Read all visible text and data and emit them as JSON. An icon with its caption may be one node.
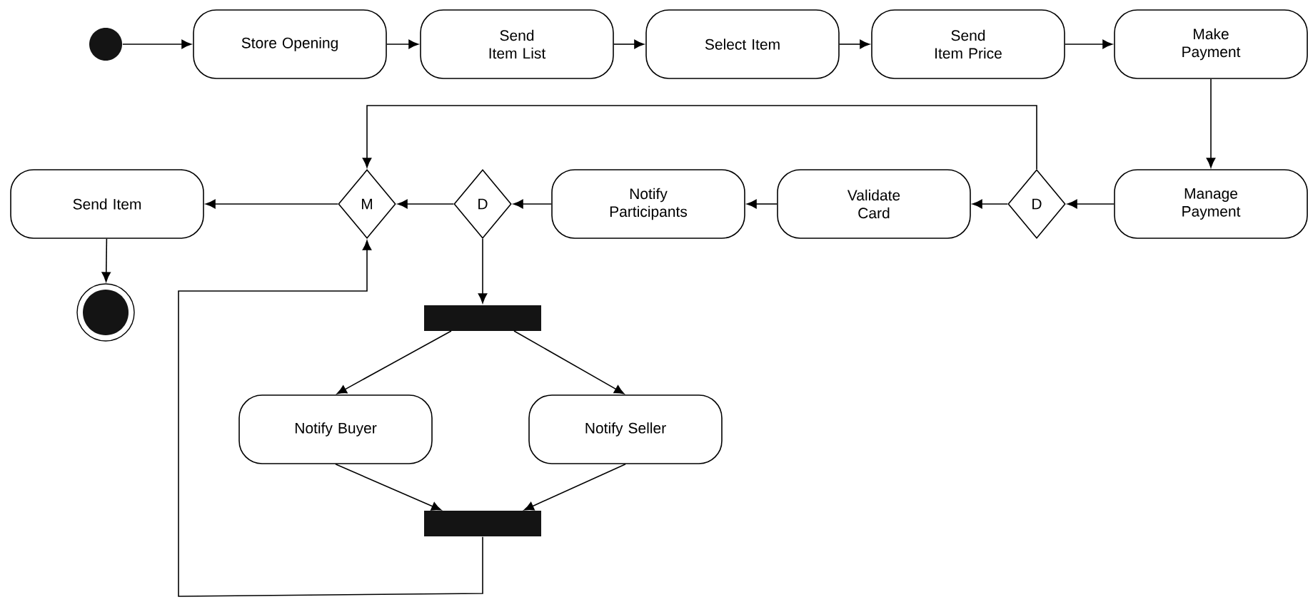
{
  "diagram": {
    "nodes": [
      {
        "text": [],
        "shape": "circle"
      },
      {
        "text": [
          "Store Opening"
        ]
      },
      {
        "text": [
          "Send Item List"
        ]
      },
      {
        "text": [
          "Select Item"
        ]
      },
      {
        "text": [
          "Send Item Price"
        ]
      },
      {
        "text": [
          "Make Payment"
        ]
      },
      {
        "text": [
          "Send Item"
        ]
      },
      {
        "text": [
          "M"
        ]
      },
      {
        "text": [
          "D"
        ]
      },
      {
        "text": [
          "Notify Participants"
        ]
      },
      {
        "text": [
          "Validate Card"
        ]
      },
      {
        "text": [
          "D"
        ]
      },
      {
        "text": [
          "Manage Payment"
        ]
      },
      {
        "text": [],
        "shape": "circle"
      },
      {
        "text": [],
        "shape": "bar"
      },
      {
        "text": [
          "Notify Buyer"
        ]
      },
      {
        "text": [
          "Notify Seller"
        ]
      },
      {
        "text": [],
        "shape": "bar"
      }
    ],
    "edges": [
      {
        "from": 0,
        "to": 1,
        "arrow": "to"
      },
      {
        "from": 1,
        "to": 2,
        "arrow": "to"
      },
      {
        "from": 2,
        "to": 3,
        "arrow": "to"
      },
      {
        "from": 3,
        "to": 4,
        "arrow": "to"
      },
      {
        "from": 4,
        "to": 5,
        "arrow": "to"
      },
      {
        "from": 5,
        "to": 12,
        "arrow": "to"
      },
      {
        "from": 12,
        "to": 11,
        "arrow": "to"
      },
      {
        "from": 11,
        "to": 10,
        "arrow": "to"
      },
      {
        "from": 11,
        "to": 7,
        "arrow": "to"
      },
      {
        "from": 10,
        "to": 9,
        "arrow": "to"
      },
      {
        "from": 9,
        "to": 8,
        "arrow": "to"
      },
      {
        "from": 8,
        "to": 7,
        "arrow": "to"
      },
      {
        "from": 7,
        "to": 6,
        "arrow": "to"
      },
      {
        "from": 6,
        "to": 13,
        "arrow": "to"
      },
      {
        "from": 8,
        "to": 14,
        "arrow": "to"
      },
      {
        "from": 14,
        "to": 15,
        "arrow": "to"
      },
      {
        "from": 14,
        "to": 16,
        "arrow": "to"
      },
      {
        "from": 15,
        "to": 17,
        "arrow": "to"
      },
      {
        "from": 16,
        "to": 17,
        "arrow": "to"
      },
      {
        "from": 17,
        "to": 7,
        "arrow": "to"
      }
    ]
  }
}
